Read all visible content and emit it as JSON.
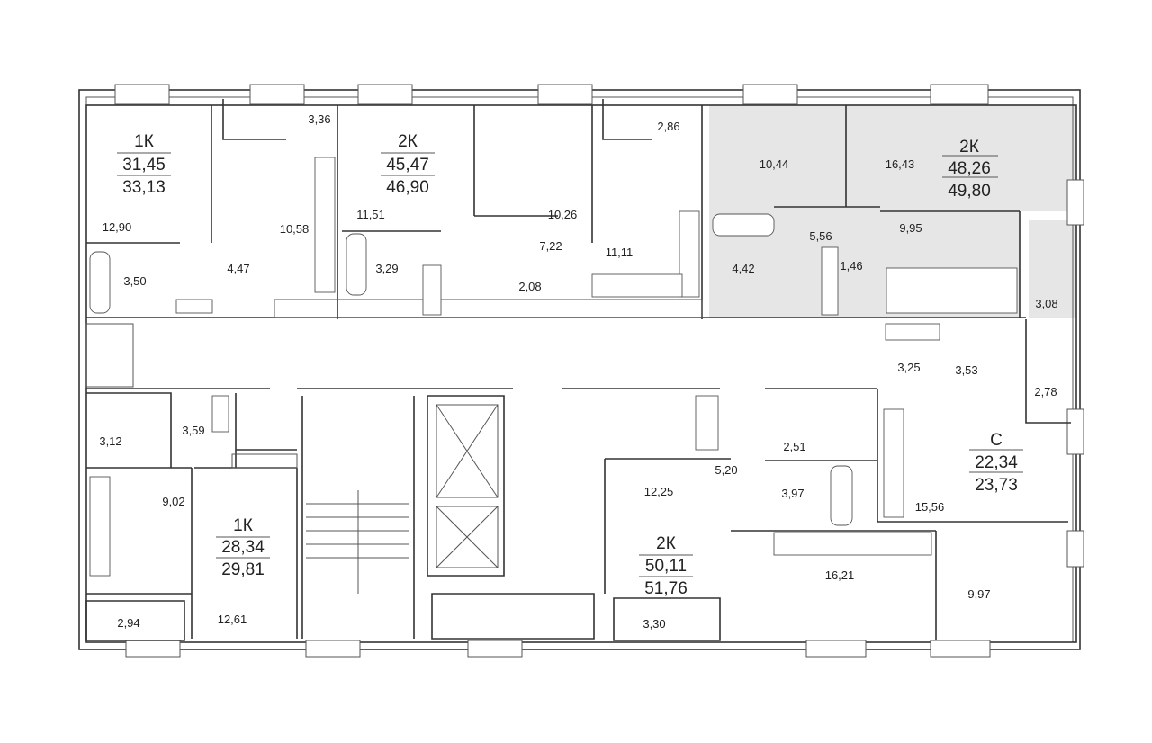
{
  "apartments": [
    {
      "type": "1К",
      "living_area": "31,45",
      "total_area": "33,13",
      "highlighted": false
    },
    {
      "type": "2К",
      "living_area": "45,47",
      "total_area": "46,90",
      "highlighted": false
    },
    {
      "type": "2К",
      "living_area": "48,26",
      "total_area": "49,80",
      "highlighted": true
    },
    {
      "type": "1К",
      "living_area": "28,34",
      "total_area": "29,81",
      "highlighted": false
    },
    {
      "type": "2К",
      "living_area": "50,11",
      "total_area": "51,76",
      "highlighted": false
    },
    {
      "type": "С",
      "living_area": "22,34",
      "total_area": "23,73",
      "highlighted": false
    }
  ],
  "rooms": [
    "12,90",
    "3,36",
    "10,58",
    "4,47",
    "3,50",
    "11,51",
    "3,29",
    "10,26",
    "2,86",
    "7,22",
    "11,11",
    "2,08",
    "10,44",
    "16,43",
    "5,56",
    "9,95",
    "4,42",
    "1,46",
    "3,08",
    "3,25",
    "3,53",
    "2,78",
    "3,12",
    "3,59",
    "9,02",
    "2,94",
    "12,61",
    "12,25",
    "5,20",
    "2,51",
    "3,97",
    "15,56",
    "16,21",
    "9,97",
    "3,30"
  ],
  "colors": {
    "highlight": "#e6e6e6",
    "wall": "#333333"
  }
}
